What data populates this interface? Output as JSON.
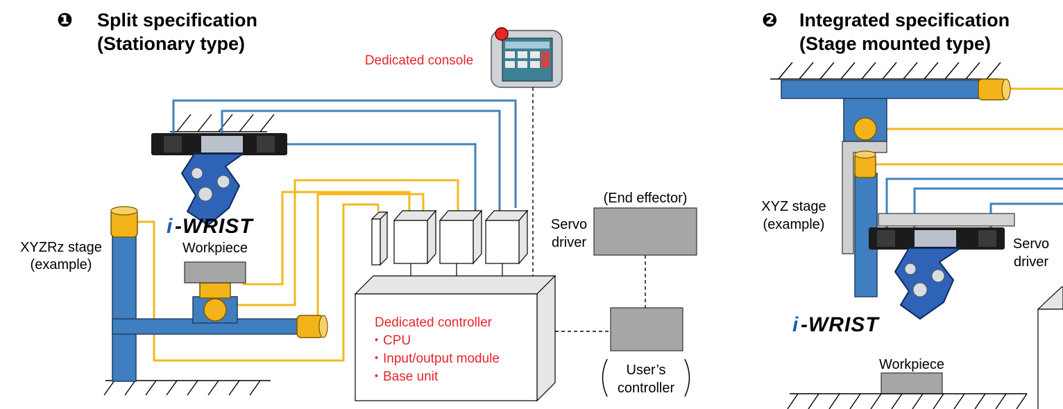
{
  "left_section": {
    "number_glyph": "❶",
    "title_line1": "Split specification",
    "title_line2": "(Stationary type)",
    "console_label": "Dedicated console",
    "brand_i": "i",
    "brand_rest": "-WRIST",
    "workpiece_label": "Workpiece",
    "stage_line1": "XYZRz stage",
    "stage_line2": "(example)",
    "servo_line1": "Servo",
    "servo_line2": "driver",
    "end_effector_label": "(End effector)",
    "controller_title": "Dedicated controller",
    "controller_items": [
      "・CPU",
      "・Input/output module",
      "・Base unit"
    ],
    "user_controller_line1": "User’s",
    "user_controller_line2": "controller"
  },
  "right_section": {
    "number_glyph": "❷",
    "title_line1": "Integrated specification",
    "title_line2": "(Stage mounted type)",
    "stage_line1": "XYZ stage",
    "stage_line2": "(example)",
    "servo_line1": "Servo",
    "servo_line2": "driver",
    "brand_i": "i",
    "brand_rest": "-WRIST",
    "workpiece_label": "Workpiece"
  },
  "colors": {
    "blue_cable": "#3f82bd",
    "yellow_cable": "#f4b71d",
    "stage_blue": "#3f7fbf",
    "motor_yellow": "#f2b41a",
    "annotation_red": "#e8242a"
  }
}
